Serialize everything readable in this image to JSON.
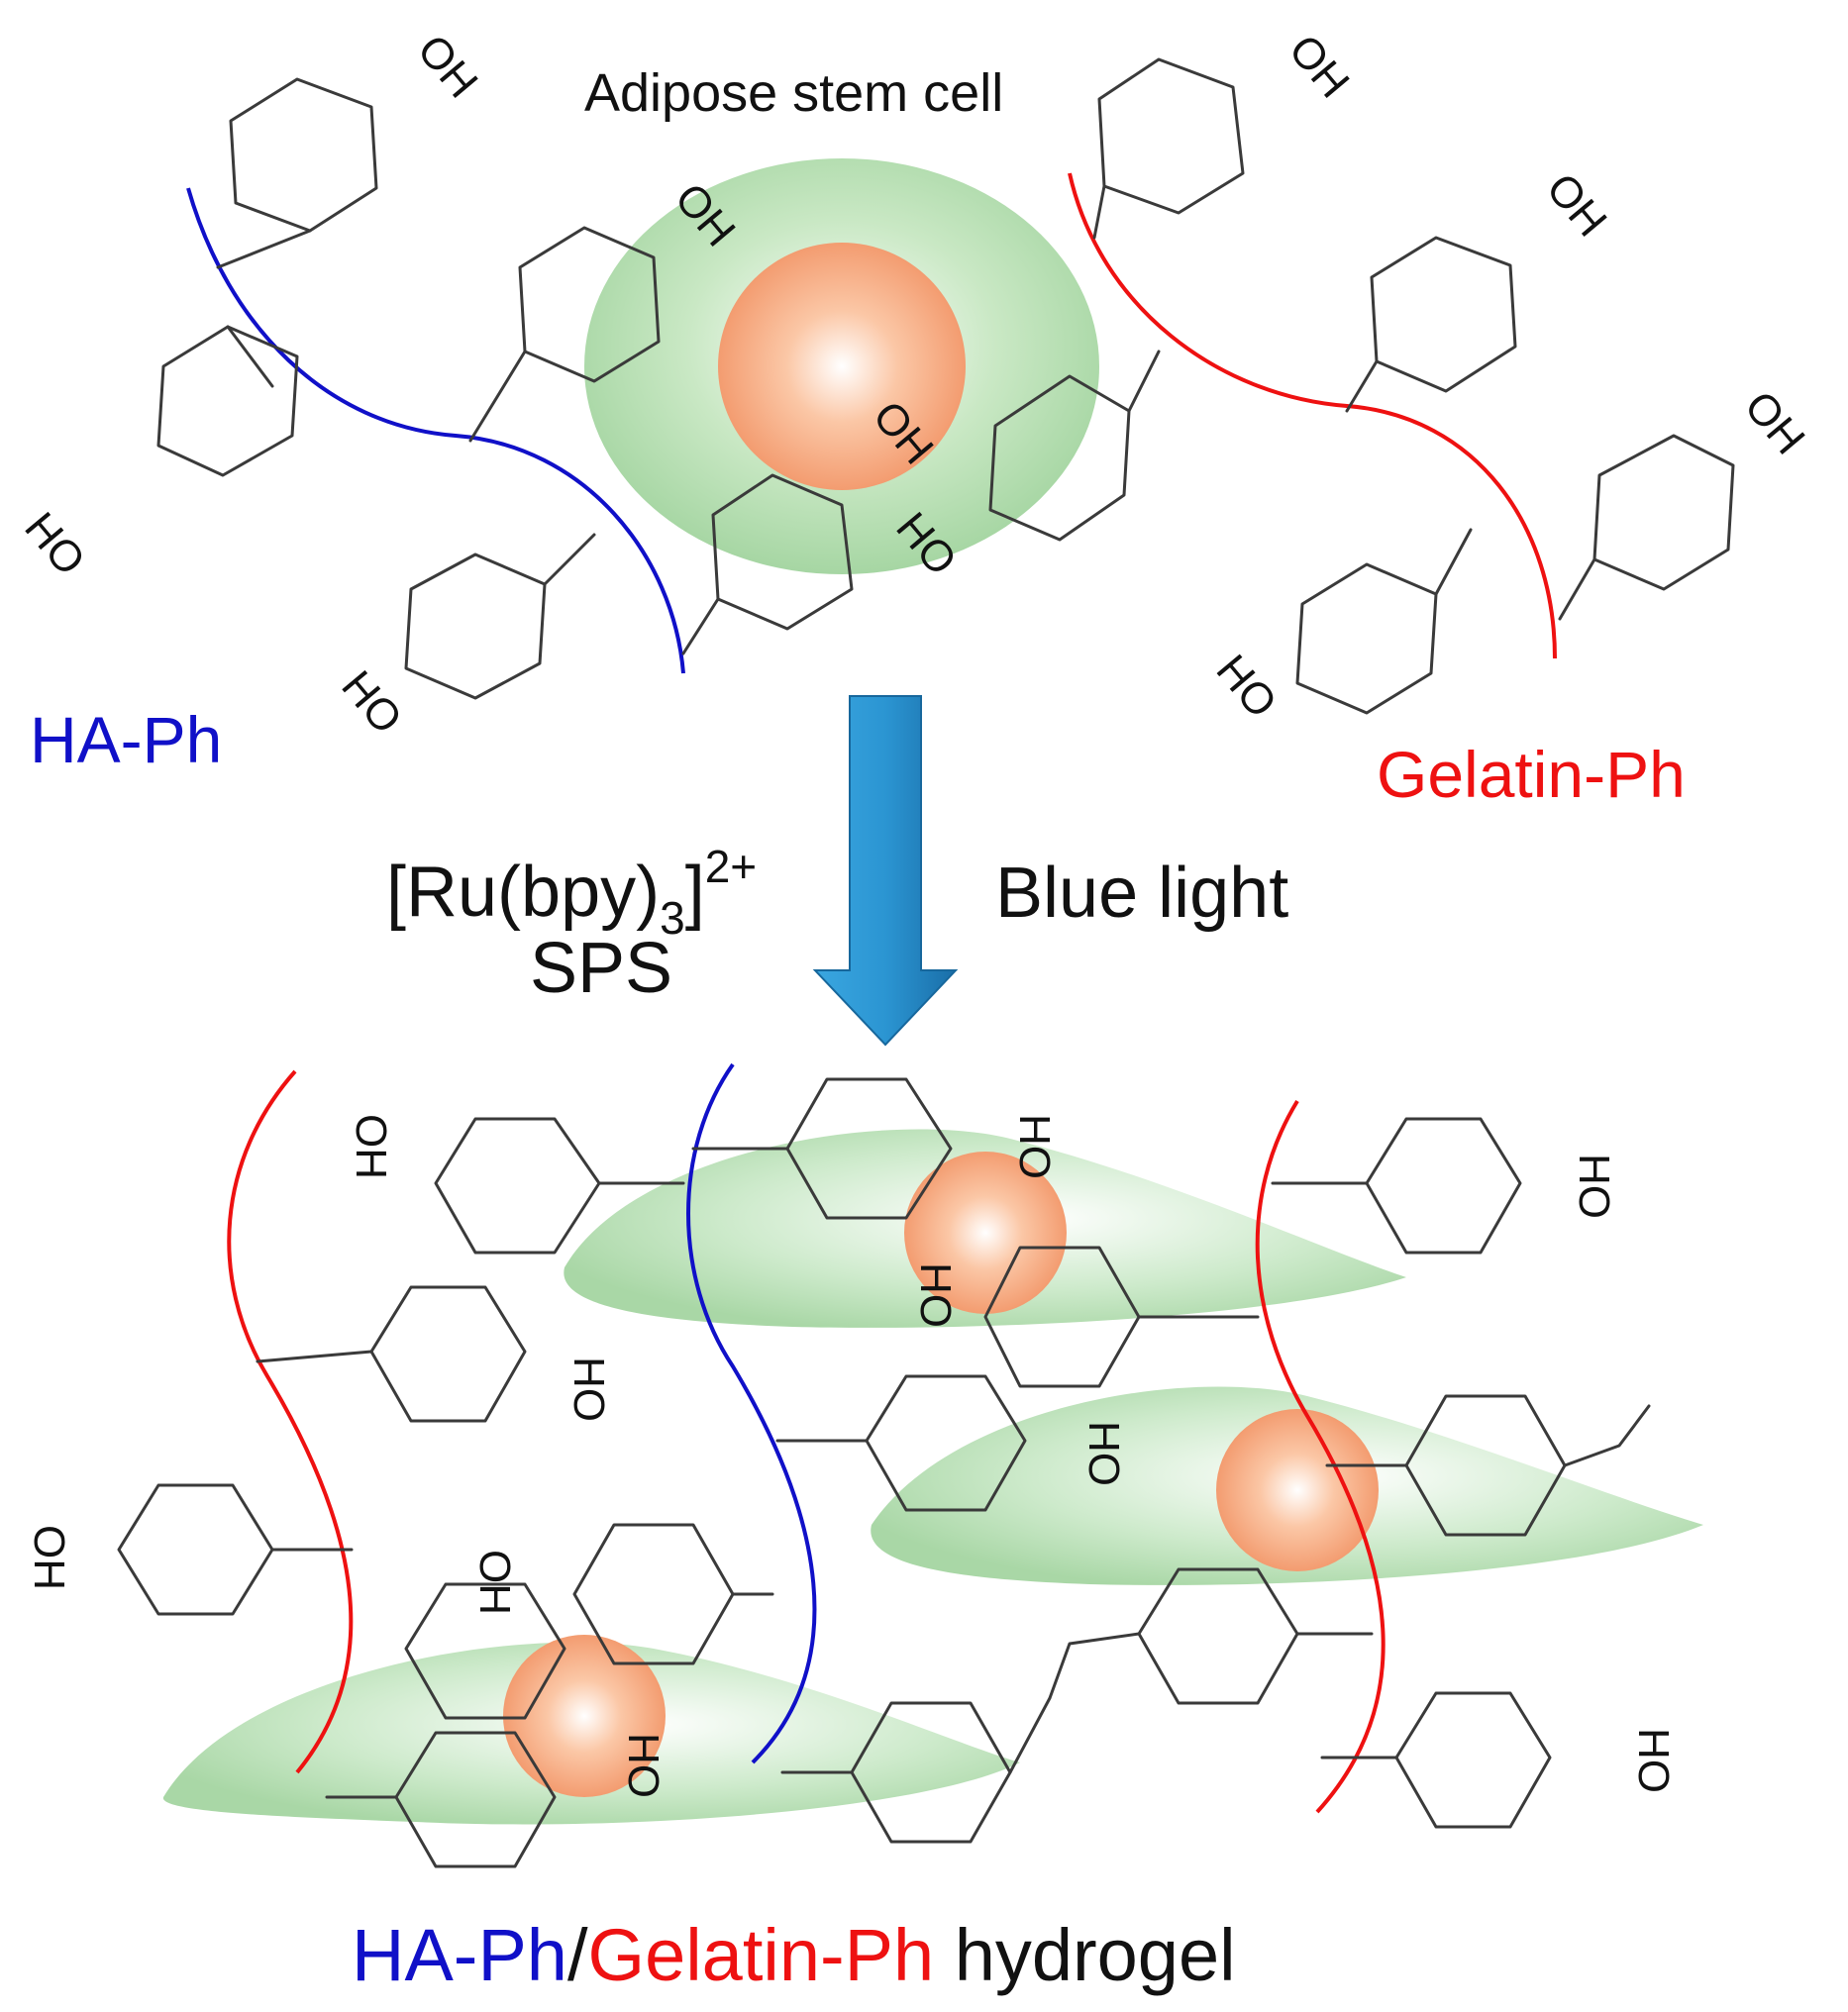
{
  "labels": {
    "cell": "Adipose stem cell",
    "ha": "HA-Ph",
    "gelatin": "Gelatin-Ph",
    "catalyst_main": "[Ru(bpy)",
    "catalyst_sub": "3",
    "catalyst_bracket": "]",
    "catalyst_sup": "2+",
    "sps": "SPS",
    "light": "Blue light",
    "bottom_ha": "HA-Ph",
    "bottom_slash": "/",
    "bottom_gelatin": "Gelatin-Ph",
    "bottom_rest": " hydrogel",
    "oh": "OH",
    "ho": "HO"
  },
  "colors": {
    "ha_blue": "#1010c8",
    "gelatin_red": "#ee1111",
    "arrow_blue": "#1f8fcf",
    "cell_green": "#a8d8a8",
    "nucleus_orange": "#f4a27a"
  }
}
